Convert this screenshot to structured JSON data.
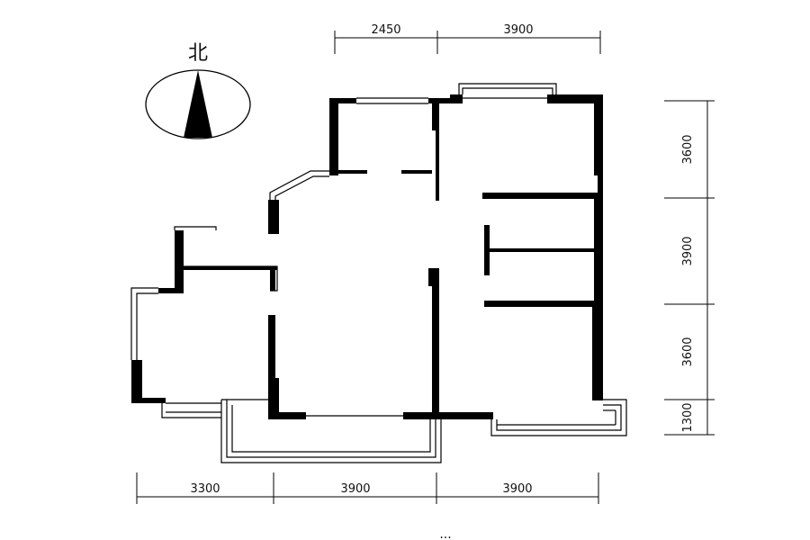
{
  "north_label": "北",
  "caption": "...",
  "dimensions": {
    "top": [
      "2450",
      "3900"
    ],
    "bottom": [
      "3300",
      "3900",
      "3900"
    ],
    "right": [
      "3600",
      "3900",
      "3600",
      "1300"
    ]
  }
}
